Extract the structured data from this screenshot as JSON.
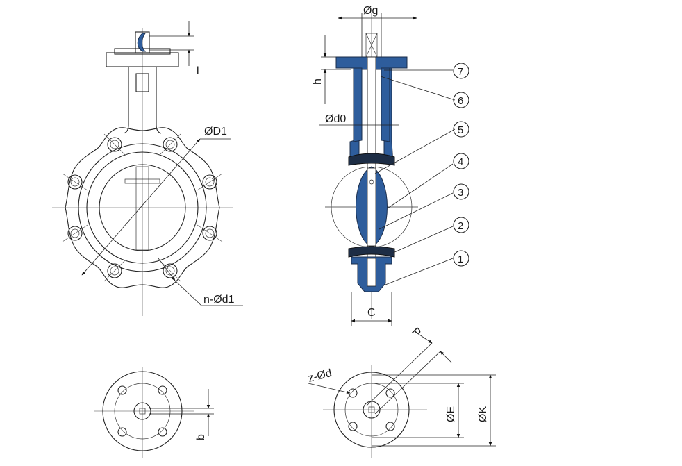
{
  "colors": {
    "part_fill": "#2e5d9c",
    "seat_fill": "#1d2d45",
    "line": "#222222"
  },
  "labels": {
    "dia_g": "Øg",
    "dim_h": "h",
    "dia_d0": "Ød0",
    "dia_D1": "ØD1",
    "holes": "n-Ød1",
    "dim_C": "C",
    "dim_P": "P",
    "holes_top": "z-Ød",
    "dia_E": "ØE",
    "dia_K": "ØK",
    "dim_b": "b",
    "dim_l": "l"
  },
  "parts": [
    "7",
    "6",
    "5",
    "4",
    "3",
    "2",
    "1"
  ]
}
